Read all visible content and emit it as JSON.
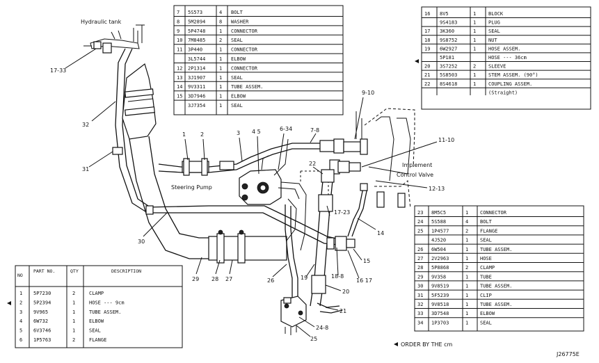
{
  "callouts": {
    "c17_33": "17-33",
    "c32": "32",
    "c31": "31",
    "c30": "30",
    "c29": "29",
    "c28": "28",
    "c27": "27",
    "c26": "26",
    "c1": "1",
    "c2": "2",
    "c3": "3",
    "c4_5": "4 5",
    "c6_34": "6-34",
    "c7_8": "7-8",
    "c9_10": "9-10",
    "c11_10": "11-10",
    "c12_13": "12-13",
    "c14": "14",
    "c15": "15",
    "c16_17": "16 17",
    "c17_23": "17-23",
    "c18_8": "18-8",
    "c19": "19",
    "c20": "20",
    "c21": "21",
    "c22": "22",
    "c24_8": "24-8",
    "c25": "25"
  },
  "labels": {
    "hydraulic_tank": "Hydraulic tank",
    "steering_pump": "Steering Pump",
    "implement": "Implement",
    "control_valve": "Control Valve",
    "order_note": "ORDER BY THE cm",
    "drawing_id": "J26775E"
  },
  "table_top": {
    "rows": [
      {
        "no": "7",
        "part": "5S573",
        "qty": "4",
        "desc": "BOLT"
      },
      {
        "no": "8",
        "part": "5M2894",
        "qty": "8",
        "desc": "WASHER"
      },
      {
        "no": "9",
        "part": "5P4748",
        "qty": "1",
        "desc": "CONNECTOR"
      },
      {
        "no": "10",
        "part": "7M8485",
        "qty": "2",
        "desc": "SEAL"
      },
      {
        "no": "11",
        "part": "3P440",
        "qty": "1",
        "desc": "CONNECTOR"
      },
      {
        "no": "",
        "part": "3L5744",
        "qty": "1",
        "desc": "ELBOW"
      },
      {
        "no": "12",
        "part": "2P1314",
        "qty": "1",
        "desc": "CONNECTOR"
      },
      {
        "no": "13",
        "part": "3J1907",
        "qty": "1",
        "desc": "SEAL"
      },
      {
        "no": "14",
        "part": "9V3311",
        "qty": "1",
        "desc": "TUBE ASSEM."
      },
      {
        "no": "15",
        "part": "3D7946",
        "qty": "1",
        "desc": "ELBOW"
      },
      {
        "no": "",
        "part": "3J7354",
        "qty": "1",
        "desc": "SEAL"
      }
    ]
  },
  "table_right_top": {
    "rows": [
      {
        "no": "16",
        "part": "8V5",
        "qty": "1",
        "desc": "BLOCK"
      },
      {
        "no": "",
        "part": "9S4183",
        "qty": "1",
        "desc": "PLUG"
      },
      {
        "no": "17",
        "part": "3K360",
        "qty": "1",
        "desc": "SEAL"
      },
      {
        "no": "18",
        "part": "9S8752",
        "qty": "1",
        "desc": "NUT"
      },
      {
        "no": "19",
        "part": "6W2927",
        "qty": "1",
        "desc": "HOSE ASSEM."
      },
      {
        "no": "",
        "part": "5P181",
        "qty": "",
        "desc": "HOSE --- 36cm"
      },
      {
        "no": "20",
        "part": "3S7252",
        "qty": "2",
        "desc": "SLEEVE"
      },
      {
        "no": "21",
        "part": "5S8503",
        "qty": "1",
        "desc": "STEM ASSEM. (90°)"
      },
      {
        "no": "22",
        "part": "8S4618",
        "qty": "1",
        "desc": "COUPLING ASSEM."
      },
      {
        "no": "",
        "part": "",
        "qty": "",
        "desc": "(Straight)"
      }
    ]
  },
  "table_right_bottom": {
    "rows": [
      {
        "no": "23",
        "part": "8M5C5",
        "qty": "1",
        "desc": "CONNECTOR"
      },
      {
        "no": "24",
        "part": "5S588",
        "qty": "4",
        "desc": "BOLT"
      },
      {
        "no": "25",
        "part": "1P4577",
        "qty": "2",
        "desc": "FLANGE"
      },
      {
        "no": "",
        "part": "4J520",
        "qty": "1",
        "desc": "SEAL"
      },
      {
        "no": "26",
        "part": "6W504",
        "qty": "1",
        "desc": "TUBE ASSEM."
      },
      {
        "no": "27",
        "part": "2V2963",
        "qty": "1",
        "desc": "HOSE"
      },
      {
        "no": "28",
        "part": "5P8868",
        "qty": "2",
        "desc": "CLAMP"
      },
      {
        "no": "29",
        "part": "9V358",
        "qty": "1",
        "desc": "TUBE"
      },
      {
        "no": "30",
        "part": "9V8519",
        "qty": "1",
        "desc": "TUBE ASSEM."
      },
      {
        "no": "31",
        "part": "5F5239",
        "qty": "1",
        "desc": "CLIP"
      },
      {
        "no": "32",
        "part": "9V8518",
        "qty": "1",
        "desc": "TUBE ASSEM."
      },
      {
        "no": "33",
        "part": "3D7548",
        "qty": "1",
        "desc": "ELBOW"
      },
      {
        "no": "34",
        "part": "1P3703",
        "qty": "1",
        "desc": "SEAL"
      }
    ]
  },
  "table_left_bottom": {
    "header": {
      "no": "NO",
      "part": "PART NO.",
      "qty": "QTY",
      "desc": "DESCRIPTION"
    },
    "rows": [
      {
        "no": "1",
        "part": "5P7230",
        "qty": "2",
        "desc": "CLAMP"
      },
      {
        "no": "2",
        "part": "5P2394",
        "qty": "1",
        "desc": "HOSE --- 9cm"
      },
      {
        "no": "3",
        "part": "9V965",
        "qty": "1",
        "desc": "TUBE ASSEM."
      },
      {
        "no": "4",
        "part": "6W732",
        "qty": "1",
        "desc": "ELBOW"
      },
      {
        "no": "5",
        "part": "6V3746",
        "qty": "1",
        "desc": "SEAL"
      },
      {
        "no": "6",
        "part": "1P5763",
        "qty": "2",
        "desc": "FLANGE"
      }
    ]
  }
}
